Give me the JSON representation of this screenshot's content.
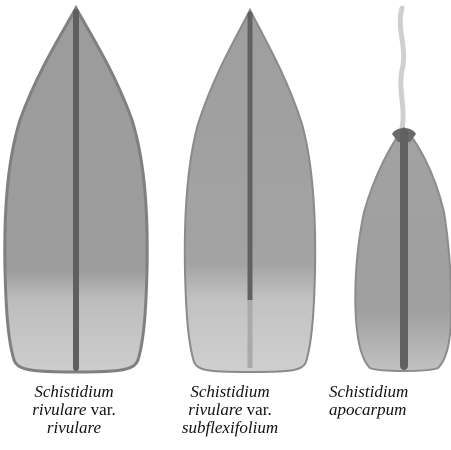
{
  "figure": {
    "panels": [
      {
        "id": "var-rivulare",
        "caption": {
          "line1": "Schistidium",
          "line2_italic": "rivulare",
          "line2_plain": " var.",
          "line3": "rivulare"
        }
      },
      {
        "id": "var-subflexifolium",
        "caption": {
          "line1": "Schistidium",
          "line2_italic": "rivulare",
          "line2_plain": " var.",
          "line3": "subflexifolium"
        }
      },
      {
        "id": "apocarpum",
        "caption": {
          "line1": "Schistidium",
          "line2_italic": "apocarpum",
          "line2_plain": "",
          "line3": ""
        }
      }
    ],
    "colors": {
      "background": "#ffffff",
      "lamina": "#9a9a9a",
      "lamina_edge": "#7d7d7d",
      "base_light": "#c9c9c9",
      "costa": "#5f5f5f",
      "hair_point": "#d4d4d4"
    }
  }
}
